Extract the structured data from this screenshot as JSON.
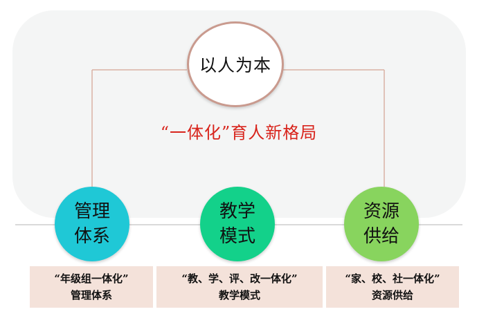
{
  "center": {
    "label": "以人为本"
  },
  "title": "“一体化”育人新格局",
  "nodes": [
    {
      "label": "管理\n体系",
      "color": "#1fc8d6",
      "box_line1": "“年级组一体化”",
      "box_line2": "管理体系"
    },
    {
      "label": "教学\n模式",
      "color": "#13d18a",
      "box_line1": "“教、学、评、改一体化”",
      "box_line2": "教学模式"
    },
    {
      "label": "资源\n供给",
      "color": "#88d45e",
      "box_line1": "“家、校、社一体化”",
      "box_line2": "资源供给"
    }
  ],
  "colors": {
    "connector": "#d9b1a4",
    "title": "#d8241c",
    "box_bg": "#f4e2da",
    "baseline": "#d9d9d9"
  }
}
